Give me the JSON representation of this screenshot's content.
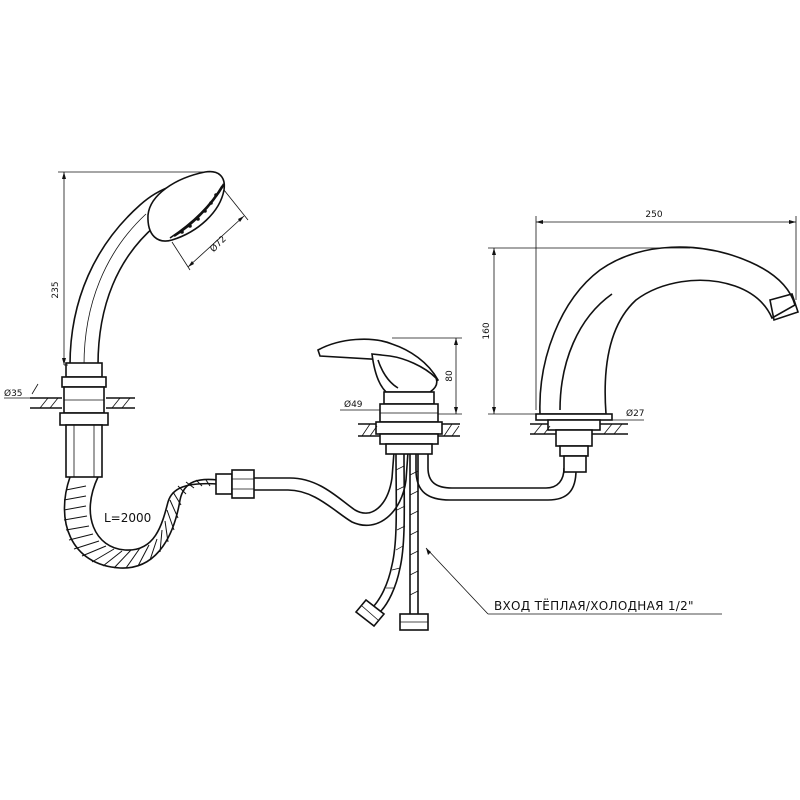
{
  "labels": {
    "dim_235": "235",
    "dim_72": "Ø72",
    "dim_35": "Ø35",
    "dim_80": "80",
    "dim_49": "Ø49",
    "dim_160": "160",
    "dim_250": "250",
    "dim_27": "Ø27",
    "hose_length": "L=2000",
    "inlet_text": "ВХОД  ТЁПЛАЯ/ХОЛОДНАЯ    1/2\""
  }
}
